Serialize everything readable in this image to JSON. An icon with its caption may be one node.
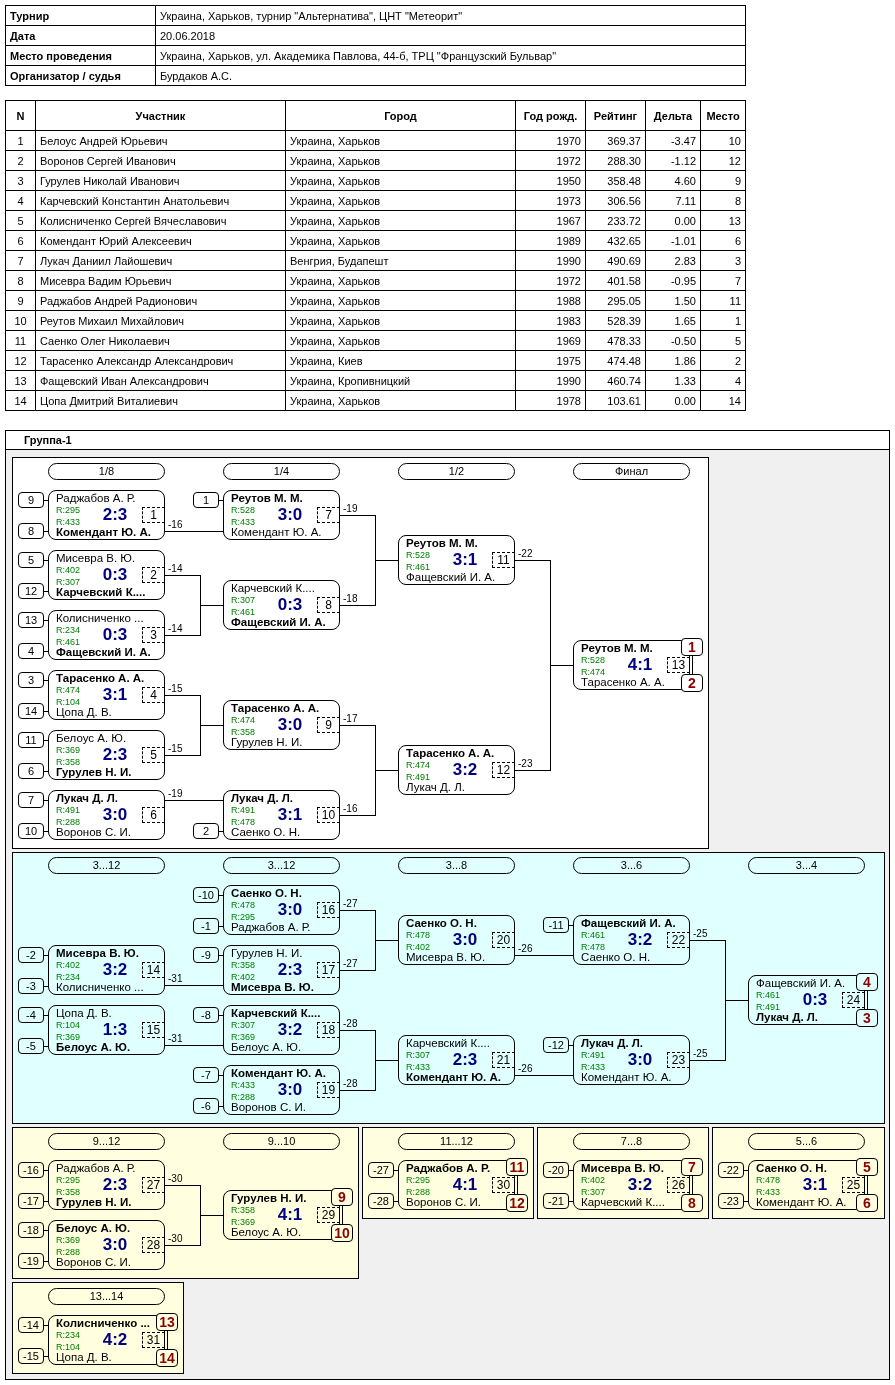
{
  "diagram": {
    "nodes": [
      {
        "text": [
          "Группа-1"
        ]
      },
      {
        "text": [],
        "shape": "box",
        "in": 0
      },
      {
        "text": [
          "1/8"
        ],
        "in": 1
      },
      {
        "text": [
          "1/4"
        ],
        "in": 1
      },
      {
        "text": [
          "1/2"
        ],
        "in": 1
      },
      {
        "text": [
          "Финал"
        ],
        "in": 1
      },
      {
        "text": [
          "9"
        ],
        "in": 1
      },
      {
        "text": [
          "8"
        ],
        "in": 1
      },
      {
        "text": [
          "Раджабов А. Р.",
          "R:295",
          "2:3",
          "R:433",
          "Комендант Ю. А.",
          "1"
        ],
        "in": 1
      },
      {
        "text": [
          "1"
        ],
        "in": 1
      },
      {
        "text": [
          "Реутов М. М.",
          "R:528",
          "3:0",
          "R:433",
          "Комендант Ю. А.",
          "7"
        ],
        "in": 1
      },
      {
        "text": [
          "5"
        ],
        "in": 1
      },
      {
        "text": [
          "12"
        ],
        "in": 1
      },
      {
        "text": [
          "Мисевра В. Ю.",
          "R:402",
          "0:3",
          "R:307",
          "Карчевский К....",
          "2"
        ],
        "in": 1
      },
      {
        "text": [
          "Реутов М. М.",
          "R:528",
          "3:1",
          "R:461",
          "Фащевский И. А.",
          "11"
        ],
        "in": 1
      },
      {
        "text": [
          "Карчевский К....",
          "R:307",
          "0:3",
          "R:461",
          "Фащевский И. А.",
          "8"
        ],
        "in": 1
      },
      {
        "text": [
          "13"
        ],
        "in": 1
      },
      {
        "text": [
          "4"
        ],
        "in": 1
      },
      {
        "text": [
          "Колисниченко ...",
          "R:234",
          "0:3",
          "R:461",
          "Фащевский И. А.",
          "3"
        ],
        "in": 1
      },
      {
        "text": [
          "Реутов М. М.",
          "R:528",
          "4:1",
          "R:474",
          "Тарасенко А. А.",
          "13"
        ],
        "in": 1
      },
      {
        "text": [
          "1"
        ],
        "in": 1
      },
      {
        "text": [
          "2"
        ],
        "in": 1
      },
      {
        "text": [
          "3"
        ],
        "in": 1
      },
      {
        "text": [
          "14"
        ],
        "in": 1
      },
      {
        "text": [
          "Тарасенко А. А.",
          "R:474",
          "3:1",
          "R:104",
          "Цопа Д. В.",
          "4"
        ],
        "in": 1
      },
      {
        "text": [
          "Тарасенко А. А.",
          "R:474",
          "3:0",
          "R:358",
          "Гурулев Н. И.",
          "9"
        ],
        "in": 1
      },
      {
        "text": [
          "11"
        ],
        "in": 1
      },
      {
        "text": [
          "6"
        ],
        "in": 1
      },
      {
        "text": [
          "Белоус А. Ю.",
          "R:369",
          "2:3",
          "R:358",
          "Гурулев Н. И.",
          "5"
        ],
        "in": 1
      },
      {
        "text": [
          "Тарасенко А. А.",
          "R:474",
          "3:2",
          "R:491",
          "Лукач Д. Л.",
          "12"
        ],
        "in": 1
      },
      {
        "text": [
          "7"
        ],
        "in": 1
      },
      {
        "text": [
          "10"
        ],
        "in": 1
      },
      {
        "text": [
          "Лукач Д. Л.",
          "R:491",
          "3:0",
          "R:288",
          "Воронов С. И.",
          "6"
        ],
        "in": 1
      },
      {
        "text": [
          "Лукач Д. Л.",
          "R:491",
          "3:1",
          "R:478",
          "Саенко О. Н.",
          "10"
        ],
        "in": 1
      },
      {
        "text": [
          "2"
        ],
        "in": 1
      },
      {
        "text": [],
        "shape": "box",
        "in": 0
      },
      {
        "text": [
          "3...12"
        ],
        "in": 35
      },
      {
        "text": [
          "3...12"
        ],
        "in": 35
      },
      {
        "text": [
          "3...8"
        ],
        "in": 35
      },
      {
        "text": [
          "3...6"
        ],
        "in": 35
      },
      {
        "text": [
          "3...4"
        ],
        "in": 35
      },
      {
        "text": [
          "-10"
        ],
        "in": 35
      },
      {
        "text": [
          "-1"
        ],
        "in": 35
      },
      {
        "text": [
          "Саенко О. Н.",
          "R:478",
          "3:0",
          "R:295",
          "Раджабов А. Р.",
          "16"
        ],
        "in": 35
      },
      {
        "text": [
          "Саенко О. Н.",
          "R:478",
          "3:0",
          "R:402",
          "Мисевра В. Ю.",
          "20"
        ],
        "in": 35
      },
      {
        "text": [
          "-11"
        ],
        "in": 35
      },
      {
        "text": [
          "Фащевский И. А.",
          "R:461",
          "3:2",
          "R:478",
          "Саенко О. Н.",
          "22"
        ],
        "in": 35
      },
      {
        "text": [
          "-9"
        ],
        "in": 35
      },
      {
        "text": [
          "Гурулев Н. И.",
          "R:358",
          "2:3",
          "R:402",
          "Мисевра В. Ю.",
          "17"
        ],
        "in": 35
      },
      {
        "text": [
          "-2"
        ],
        "in": 35
      },
      {
        "text": [
          "-3"
        ],
        "in": 35
      },
      {
        "text": [
          "Мисевра В. Ю.",
          "R:402",
          "3:2",
          "R:234",
          "Колисниченко ...",
          "14"
        ],
        "in": 35
      },
      {
        "text": [
          "Фащевский И. А.",
          "R:461",
          "0:3",
          "R:491",
          "Лукач Д. Л.",
          "24"
        ],
        "in": 35
      },
      {
        "text": [
          "4"
        ],
        "in": 35
      },
      {
        "text": [
          "3"
        ],
        "in": 35
      },
      {
        "text": [
          "-4"
        ],
        "in": 35
      },
      {
        "text": [
          "-5"
        ],
        "in": 35
      },
      {
        "text": [
          "Цопа Д. В.",
          "R:104",
          "1:3",
          "R:369",
          "Белоус А. Ю.",
          "15"
        ],
        "in": 35
      },
      {
        "text": [
          "-8"
        ],
        "in": 35
      },
      {
        "text": [
          "Карчевский К....",
          "R:307",
          "3:2",
          "R:369",
          "Белоус А. Ю.",
          "18"
        ],
        "in": 35
      },
      {
        "text": [
          "Карчевский К....",
          "R:307",
          "2:3",
          "R:433",
          "Комендант Ю. А.",
          "21"
        ],
        "in": 35
      },
      {
        "text": [
          "-12"
        ],
        "in": 35
      },
      {
        "text": [
          "Лукач Д. Л.",
          "R:491",
          "3:0",
          "R:433",
          "Комендант Ю. А.",
          "23"
        ],
        "in": 35
      },
      {
        "text": [
          "-7"
        ],
        "in": 35
      },
      {
        "text": [
          "-6"
        ],
        "in": 35
      },
      {
        "text": [
          "Комендант Ю. А.",
          "R:433",
          "3:0",
          "R:288",
          "Воронов С. И.",
          "19"
        ],
        "in": 35
      },
      {
        "text": [],
        "shape": "box",
        "in": 0
      },
      {
        "text": [
          "9...12"
        ],
        "in": 66
      },
      {
        "text": [
          "9...10"
        ],
        "in": 66
      },
      {
        "text": [
          "-16"
        ],
        "in": 66
      },
      {
        "text": [
          "-17"
        ],
        "in": 66
      },
      {
        "text": [
          "Раджабов А. Р.",
          "R:295",
          "2:3",
          "R:358",
          "Гурулев Н. И.",
          "27"
        ],
        "in": 66
      },
      {
        "text": [
          "Гурулев Н. И.",
          "R:358",
          "4:1",
          "R:369",
          "Белоус А. Ю.",
          "29"
        ],
        "in": 66
      },
      {
        "text": [
          "9"
        ],
        "in": 66
      },
      {
        "text": [
          "10"
        ],
        "in": 66
      },
      {
        "text": [
          "-18"
        ],
        "in": 66
      },
      {
        "text": [
          "-19"
        ],
        "in": 66
      },
      {
        "text": [
          "Белоус А. Ю.",
          "R:369",
          "3:0",
          "R:288",
          "Воронов С. И.",
          "28"
        ],
        "in": 66
      },
      {
        "text": [],
        "shape": "box",
        "in": 0
      },
      {
        "text": [
          "11...12"
        ],
        "in": 78
      },
      {
        "text": [
          "-27"
        ],
        "in": 78
      },
      {
        "text": [
          "-28"
        ],
        "in": 78
      },
      {
        "text": [
          "Раджабов А. Р.",
          "R:295",
          "4:1",
          "R:288",
          "Воронов С. И.",
          "30"
        ],
        "in": 78
      },
      {
        "text": [
          "11"
        ],
        "in": 78
      },
      {
        "text": [
          "12"
        ],
        "in": 78
      },
      {
        "text": [],
        "shape": "box",
        "in": 0
      },
      {
        "text": [
          "7...8"
        ],
        "in": 85
      },
      {
        "text": [
          "-20"
        ],
        "in": 85
      },
      {
        "text": [
          "-21"
        ],
        "in": 85
      },
      {
        "text": [
          "Мисевра В. Ю.",
          "R:402",
          "3:2",
          "R:307",
          "Карчевский К....",
          "26"
        ],
        "in": 85
      },
      {
        "text": [
          "7"
        ],
        "in": 85
      },
      {
        "text": [
          "8"
        ],
        "in": 85
      },
      {
        "text": [],
        "shape": "box",
        "in": 0
      },
      {
        "text": [
          "5...6"
        ],
        "in": 92
      },
      {
        "text": [
          "-22"
        ],
        "in": 92
      },
      {
        "text": [
          "-23"
        ],
        "in": 92
      },
      {
        "text": [
          "Саенко О. Н.",
          "R:478",
          "3:1",
          "R:433",
          "Комендант Ю. А.",
          "25"
        ],
        "in": 92
      },
      {
        "text": [
          "5"
        ],
        "in": 92
      },
      {
        "text": [
          "6"
        ],
        "in": 92
      },
      {
        "text": [],
        "shape": "box",
        "in": 0
      },
      {
        "text": [
          "13...14"
        ],
        "in": 99
      },
      {
        "text": [
          "-14"
        ],
        "in": 99
      },
      {
        "text": [
          "-15"
        ],
        "in": 99
      },
      {
        "text": [
          "Колисниченко ...",
          "R:234",
          "4:2",
          "R:104",
          "Цопа Д. В.",
          "31"
        ],
        "in": 99
      },
      {
        "text": [
          "13"
        ],
        "in": 99
      },
      {
        "text": [
          "14"
        ],
        "in": 99
      }
    ],
    "edges": [
      {
        "from": 6,
        "to": 8,
        "arrow": "none"
      },
      {
        "from": 7,
        "to": 8,
        "arrow": "none"
      },
      {
        "from": 9,
        "to": 10,
        "arrow": "none"
      },
      {
        "from": 11,
        "to": 13,
        "arrow": "none"
      },
      {
        "from": 12,
        "to": 13,
        "arrow": "none"
      },
      {
        "from": 16,
        "to": 18,
        "arrow": "none"
      },
      {
        "from": 17,
        "to": 18,
        "arrow": "none"
      },
      {
        "from": 22,
        "to": 24,
        "arrow": "none"
      },
      {
        "from": 23,
        "to": 24,
        "arrow": "none"
      },
      {
        "from": 26,
        "to": 28,
        "arrow": "none"
      },
      {
        "from": 27,
        "to": 28,
        "arrow": "none"
      },
      {
        "from": 30,
        "to": 32,
        "arrow": "none"
      },
      {
        "from": 31,
        "to": 32,
        "arrow": "none"
      },
      {
        "from": 34,
        "to": 33,
        "arrow": "none"
      },
      {
        "from": 41,
        "to": 43,
        "arrow": "none"
      },
      {
        "from": 42,
        "to": 43,
        "arrow": "none"
      },
      {
        "from": 45,
        "to": 46,
        "arrow": "none"
      },
      {
        "from": 47,
        "to": 48,
        "arrow": "none"
      },
      {
        "from": 49,
        "to": 51,
        "arrow": "none"
      },
      {
        "from": 50,
        "to": 51,
        "arrow": "none"
      },
      {
        "from": 55,
        "to": 57,
        "arrow": "none"
      },
      {
        "from": 56,
        "to": 57,
        "arrow": "none"
      },
      {
        "from": 58,
        "to": 59,
        "arrow": "none"
      },
      {
        "from": 61,
        "to": 62,
        "arrow": "none"
      },
      {
        "from": 63,
        "to": 65,
        "arrow": "none"
      },
      {
        "from": 64,
        "to": 65,
        "arrow": "none"
      },
      {
        "from": 69,
        "to": 71,
        "arrow": "none"
      },
      {
        "from": 70,
        "to": 71,
        "arrow": "none"
      },
      {
        "from": 75,
        "to": 77,
        "arrow": "none"
      },
      {
        "from": 76,
        "to": 77,
        "arrow": "none"
      },
      {
        "from": 80,
        "to": 82,
        "arrow": "none"
      },
      {
        "from": 81,
        "to": 82,
        "arrow": "none"
      },
      {
        "from": 87,
        "to": 89,
        "arrow": "none"
      },
      {
        "from": 88,
        "to": 89,
        "arrow": "none"
      },
      {
        "from": 94,
        "to": 96,
        "arrow": "none"
      },
      {
        "from": 95,
        "to": 96,
        "arrow": "none"
      },
      {
        "from": 101,
        "to": 103,
        "arrow": "none"
      },
      {
        "from": 102,
        "to": 103,
        "arrow": "none"
      },
      {
        "from": 8,
        "to": 10,
        "arrow": "none",
        "label": "-16"
      },
      {
        "from": 13,
        "to": 15,
        "arrow": "none",
        "label": "-14"
      },
      {
        "from": 18,
        "to": 15,
        "arrow": "none",
        "label": "-14"
      },
      {
        "from": 10,
        "to": 14,
        "arrow": "none",
        "label": "-19"
      },
      {
        "from": 15,
        "to": 14,
        "arrow": "none",
        "label": "-18"
      },
      {
        "from": 24,
        "to": 25,
        "arrow": "none",
        "label": "-15"
      },
      {
        "from": 28,
        "to": 25,
        "arrow": "none",
        "label": "-15"
      },
      {
        "from": 32,
        "to": 33,
        "arrow": "none",
        "label": "-19"
      },
      {
        "from": 25,
        "to": 29,
        "arrow": "none",
        "label": "-17"
      },
      {
        "from": 33,
        "to": 29,
        "arrow": "none",
        "label": "-16"
      },
      {
        "from": 14,
        "to": 19,
        "arrow": "none",
        "label": "-22"
      },
      {
        "from": 29,
        "to": 19,
        "arrow": "none",
        "label": "-23"
      },
      {
        "from": 51,
        "to": 48,
        "arrow": "none",
        "label": "-31"
      },
      {
        "from": 57,
        "to": 59,
        "arrow": "none",
        "label": "-31"
      },
      {
        "from": 43,
        "to": 44,
        "arrow": "none",
        "label": "-27"
      },
      {
        "from": 48,
        "to": 44,
        "arrow": "none",
        "label": "-27"
      },
      {
        "from": 59,
        "to": 60,
        "arrow": "none",
        "label": "-28"
      },
      {
        "from": 65,
        "to": 60,
        "arrow": "none",
        "label": "-28"
      },
      {
        "from": 44,
        "to": 46,
        "arrow": "none",
        "label": "-26"
      },
      {
        "from": 60,
        "to": 62,
        "arrow": "none",
        "label": "-26"
      },
      {
        "from": 46,
        "to": 52,
        "arrow": "none",
        "label": "-25"
      },
      {
        "from": 62,
        "to": 52,
        "arrow": "none",
        "label": "-25"
      },
      {
        "from": 71,
        "to": 72,
        "arrow": "none",
        "label": "-30"
      },
      {
        "from": 77,
        "to": 72,
        "arrow": "none",
        "label": "-30"
      },
      {
        "from": 20,
        "to": 21,
        "arrow": "none"
      },
      {
        "from": 53,
        "to": 54,
        "arrow": "none"
      },
      {
        "from": 73,
        "to": 74,
        "arrow": "none"
      },
      {
        "from": 83,
        "to": 84,
        "arrow": "none"
      },
      {
        "from": 90,
        "to": 91,
        "arrow": "none"
      },
      {
        "from": 97,
        "to": 98,
        "arrow": "none"
      },
      {
        "from": 104,
        "to": 105,
        "arrow": "none"
      }
    ],
    "labels": [
      "Турнир",
      "Украина, Харьков, турнир \"Альтернатива\", ЦНТ \"Метеорит\"",
      "Дата",
      "20.06.2018",
      "Место проведения",
      "Украина, Харьков, ул. Академика Павлова, 44-б, ТРЦ \"Французский Бульвар\"",
      "Организатор / судья",
      "Бурдаков А.С.",
      "N",
      "Участник",
      "Город",
      "Год рожд.",
      "Рейтинг",
      "Дельта",
      "Место",
      "1",
      "Белоус Андрей Юрьевич",
      "Украина, Харьков",
      "1970",
      "369.37",
      "-3.47",
      "10",
      "2",
      "Воронов Сергей Иванович",
      "Украина, Харьков",
      "1972",
      "288.30",
      "-1.12",
      "12",
      "3",
      "Гурулев Николай Иванович",
      "Украина, Харьков",
      "1950",
      "358.48",
      "4.60",
      "9",
      "4",
      "Карчевский Константин Анатольевич",
      "Украина, Харьков",
      "1973",
      "306.56",
      "7.11",
      "8",
      "5",
      "Колисниченко Сергей Вячеславович",
      "Украина, Харьков",
      "1967",
      "233.72",
      "0.00",
      "13",
      "6",
      "Комендант Юрий Алексеевич",
      "Украина, Харьков",
      "1989",
      "432.65",
      "-1.01",
      "6",
      "7",
      "Лукач Даниил Лайошевич",
      "Венгрия, Будапешт",
      "1990",
      "490.69",
      "2.83",
      "3",
      "8",
      "Мисевра Вадим Юрьевич",
      "Украина, Харьков",
      "1972",
      "401.58",
      "-0.95",
      "7",
      "9",
      "Раджабов Андрей Радионович",
      "Украина, Харьков",
      "1988",
      "295.05",
      "1.50",
      "11",
      "10",
      "Реутов Михаил Михайлович",
      "Украина, Харьков",
      "1983",
      "528.39",
      "1.65",
      "1",
      "11",
      "Саенко Олег Николаевич",
      "Украина, Харьков",
      "1969",
      "478.33",
      "-0.50",
      "5",
      "12",
      "Тарасенко Александр Александрович",
      "Украина, Киев",
      "1975",
      "474.48",
      "1.86",
      "2",
      "13",
      "Фащевский Иван Александрович",
      "Украина, Кропивницкий",
      "1990",
      "460.74",
      "1.33",
      "4",
      "14",
      "Цопа Дмитрий Виталиевич",
      "Украина, Харьков",
      "1978",
      "103.61",
      "0.00",
      "14"
    ]
  }
}
